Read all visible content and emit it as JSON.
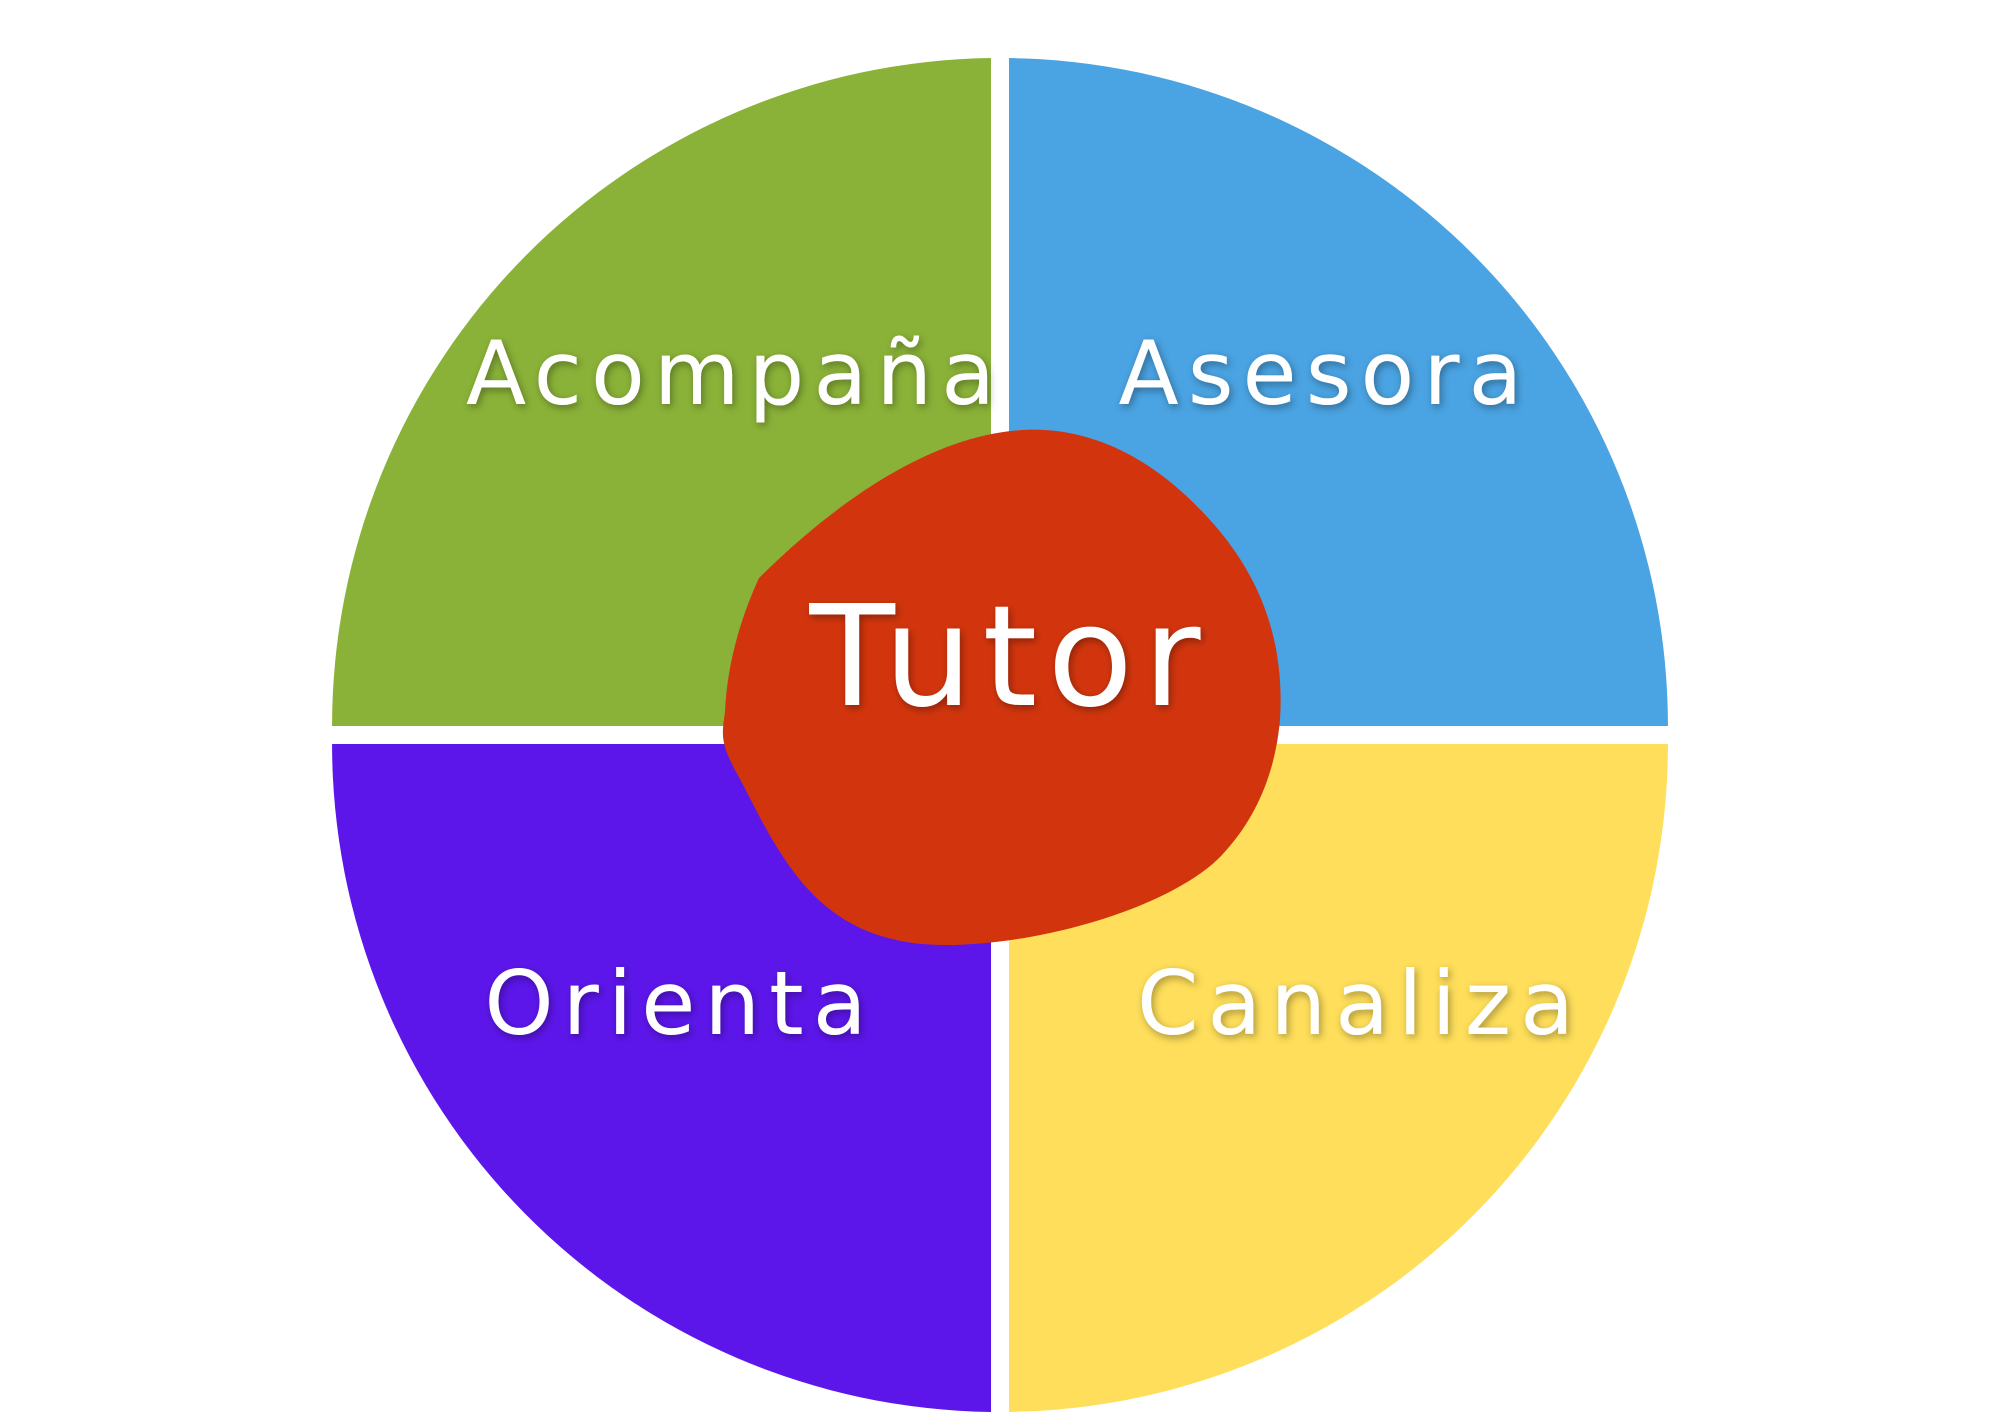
{
  "diagram": {
    "center": {
      "label": "Tutor",
      "color": "#D2350D"
    },
    "quadrants": [
      {
        "position": "top-left",
        "label": "Acompaña",
        "color": "#8AB238"
      },
      {
        "position": "top-right",
        "label": "Asesora",
        "color": "#4AA3E2"
      },
      {
        "position": "bottom-left",
        "label": "Orienta",
        "color": "#5C16EA"
      },
      {
        "position": "bottom-right",
        "label": "Canaliza",
        "color": "#FEDE5A"
      }
    ]
  }
}
